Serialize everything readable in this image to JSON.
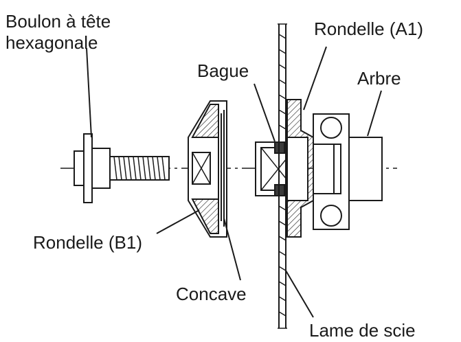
{
  "labels": {
    "hex_bolt_line1": "Boulon à tête",
    "hex_bolt_line2": "hexagonale",
    "washer_a1": "Rondelle (A1)",
    "ring": "Bague",
    "shaft": "Arbre",
    "washer_b1": "Rondelle (B1)",
    "concave": "Concave",
    "saw_blade": "Lame de scie"
  },
  "colors": {
    "ink": "#1a1a1a",
    "background": "#ffffff"
  }
}
